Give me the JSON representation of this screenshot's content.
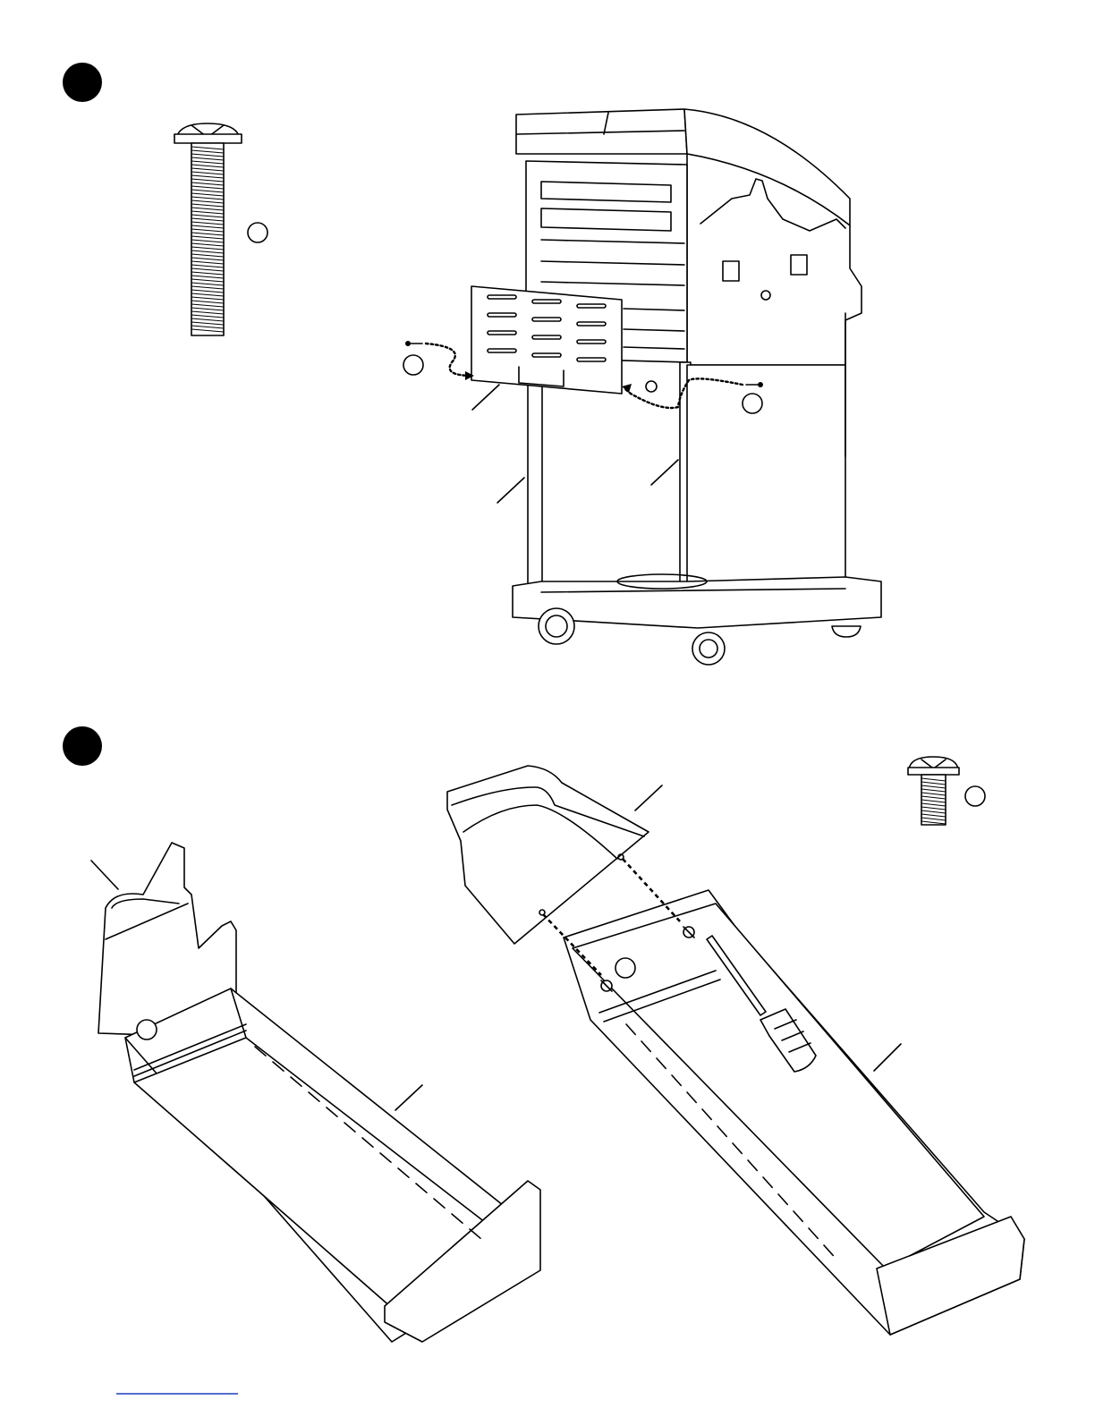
{
  "figure": {
    "steps": [
      {
        "id": "step-upper",
        "marker": "filled-circle"
      },
      {
        "id": "step-lower",
        "marker": "filled-circle"
      }
    ],
    "hardware_icons": [
      "long-screw-icon",
      "short-screw-icon",
      "screwdriver-icon"
    ],
    "colors": {
      "line": "#000000",
      "background": "#ffffff",
      "footer_rule": "#1f3fbf"
    }
  }
}
